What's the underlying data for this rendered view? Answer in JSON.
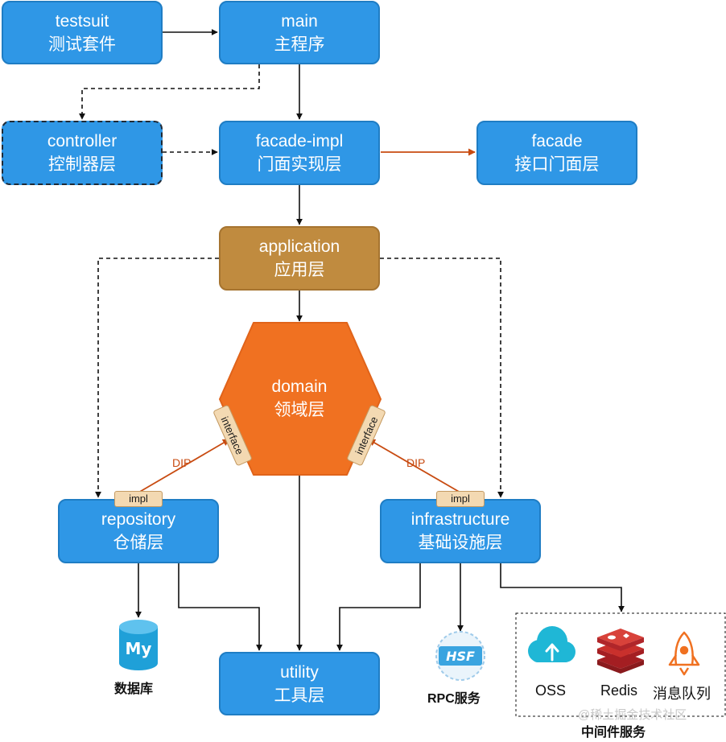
{
  "nodes": {
    "testsuit": {
      "en": "testsuit",
      "zh": "测试套件"
    },
    "main": {
      "en": "main",
      "zh": "主程序"
    },
    "controller": {
      "en": "controller",
      "zh": "控制器层"
    },
    "facade_impl": {
      "en": "facade-impl",
      "zh": "门面实现层"
    },
    "facade": {
      "en": "facade",
      "zh": "接口门面层"
    },
    "application": {
      "en": "application",
      "zh": "应用层"
    },
    "domain": {
      "en": "domain",
      "zh": "领域层"
    },
    "repository": {
      "en": "repository",
      "zh": "仓储层"
    },
    "infrastructure": {
      "en": "infrastructure",
      "zh": "基础设施层"
    },
    "utility": {
      "en": "utility",
      "zh": "工具层"
    }
  },
  "tags": {
    "interface": "interface",
    "impl": "impl",
    "dip": "DIP"
  },
  "icons": {
    "mysql": {
      "label": "数据库",
      "text": "My"
    },
    "rpc": {
      "label": "RPC服务",
      "text": "HSF"
    },
    "oss": {
      "label": "OSS"
    },
    "redis": {
      "label": "Redis"
    },
    "mq": {
      "label": "消息队列"
    }
  },
  "middleware_group_label": "中间件服务",
  "watermark": "@稀土掘金技术社区",
  "colors": {
    "node_blue": "#2f97e6",
    "application_brown": "#c08b3f",
    "domain_orange": "#f07121",
    "dip_arrow": "#c84b11",
    "oss_teal": "#1fb7d6",
    "redis_red": "#c9302c",
    "mq_orange": "#f07121"
  }
}
